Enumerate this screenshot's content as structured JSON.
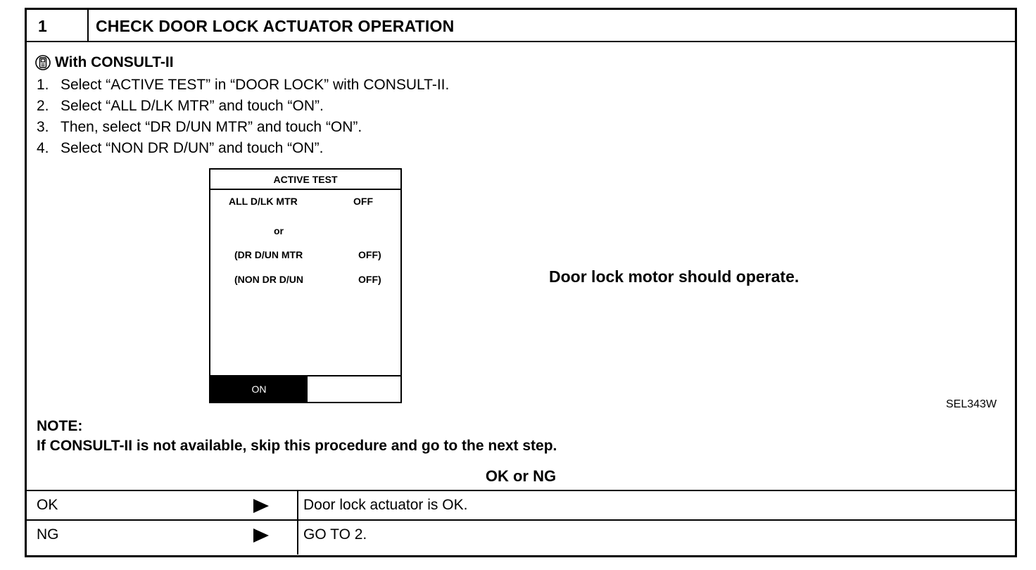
{
  "header": {
    "number": "1",
    "title": "CHECK DOOR LOCK ACTUATOR OPERATION"
  },
  "consult": {
    "icon": "consult-tool-icon",
    "label": "With CONSULT-II"
  },
  "steps": [
    {
      "num": "1.",
      "text": "Select “ACTIVE TEST” in “DOOR LOCK” with CONSULT-II."
    },
    {
      "num": "2.",
      "text": "Select “ALL D/LK MTR” and touch “ON”."
    },
    {
      "num": "3.",
      "text": "Then, select “DR D/UN MTR” and touch “ON”."
    },
    {
      "num": "4.",
      "text": "Select “NON DR D/UN” and touch “ON”."
    }
  ],
  "screen": {
    "title": "ACTIVE TEST",
    "row1_label": "ALL D/LK MTR",
    "row1_value": "OFF",
    "or": "or",
    "row2_label": "(DR D/UN MTR",
    "row2_value": "OFF)",
    "row3_label": "(NON DR D/UN",
    "row3_value": "OFF)",
    "on_button": "ON"
  },
  "result_text": "Door lock motor should operate.",
  "figure_code": "SEL343W",
  "note": {
    "label": "NOTE:",
    "text": "If CONSULT-II is not available, skip this procedure and go to the next step."
  },
  "okng_heading": "OK or NG",
  "results": [
    {
      "label": "OK",
      "text": "Door lock actuator is OK."
    },
    {
      "label": "NG",
      "text": "GO TO 2."
    }
  ]
}
